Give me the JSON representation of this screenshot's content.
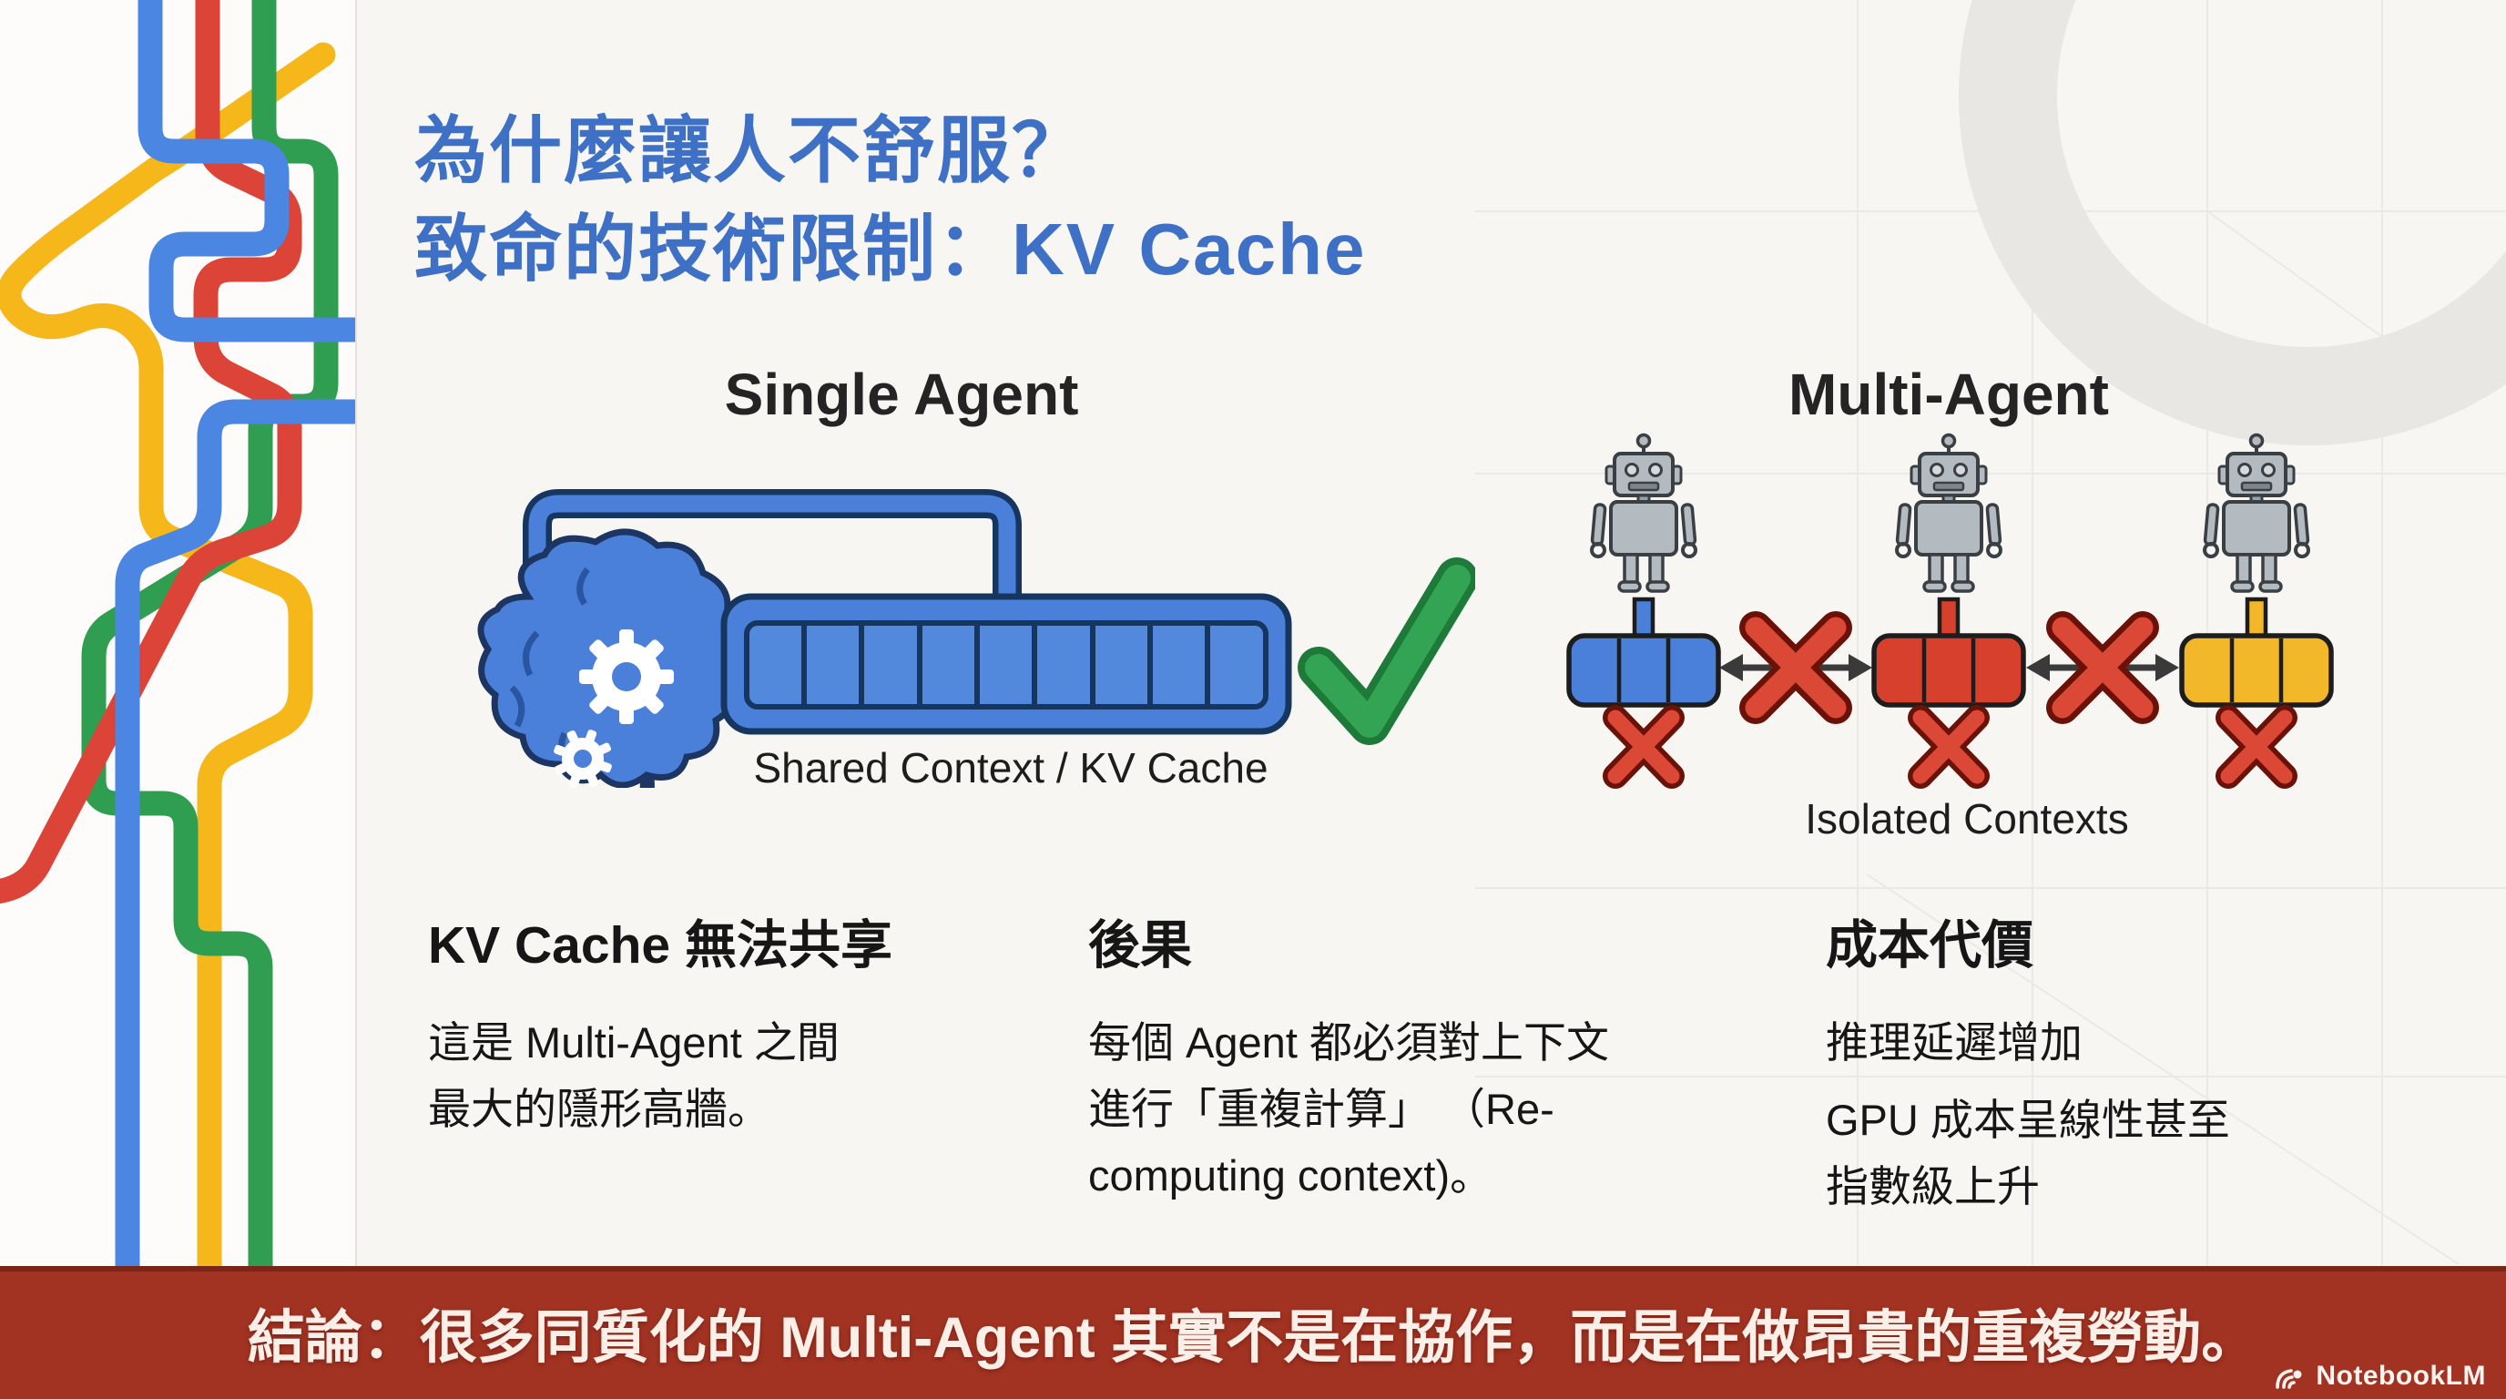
{
  "title": {
    "line1": "為什麼讓人不舒服？",
    "line2": "致命的技術限制：KV Cache"
  },
  "single_agent": {
    "heading": "Single Agent",
    "caption": "Shared Context / KV Cache",
    "icons": [
      "brain-with-gears",
      "shared-cache-bar",
      "green-check"
    ]
  },
  "multi_agent": {
    "heading": "Multi-Agent",
    "caption": "Isolated Contexts",
    "agent_count": 3,
    "context_box_colors": [
      "#4a80d9",
      "#d8402e",
      "#f2b829"
    ],
    "icons": [
      "robot",
      "context-box",
      "red-cross",
      "blocked-arrow"
    ]
  },
  "columns": [
    {
      "heading": "KV Cache 無法共享",
      "body_lines": [
        "這是 Multi-Agent 之間",
        "最大的隱形高牆。"
      ]
    },
    {
      "heading": "後果",
      "body_lines": [
        "每個 Agent 都必須對上下文",
        "進行「重複計算」 （Re-",
        "computing context)。"
      ]
    },
    {
      "heading": "成本代價",
      "body_lines": [
        "推理延遲增加",
        "GPU 成本呈線性甚至",
        "指數級上升"
      ]
    }
  ],
  "banner": {
    "text": "結論：很多同質化的 Multi-Agent 其實不是在協作，而是在做昂貴的重複勞動。"
  },
  "watermark": {
    "label": "NotebookLM"
  },
  "colors": {
    "title_blue": "#3e70c6",
    "banner_red": "#a23322",
    "check_green": "#2f9e50",
    "cache_blue": "#4a80d9",
    "cross_red": "#dc4836",
    "robot_gray": "#b3bac0",
    "metro_blue": "#4b86e2",
    "metro_red": "#dc4437",
    "metro_yellow": "#f5b719",
    "metro_green": "#2f9e50",
    "background": "#f7f6f3"
  }
}
